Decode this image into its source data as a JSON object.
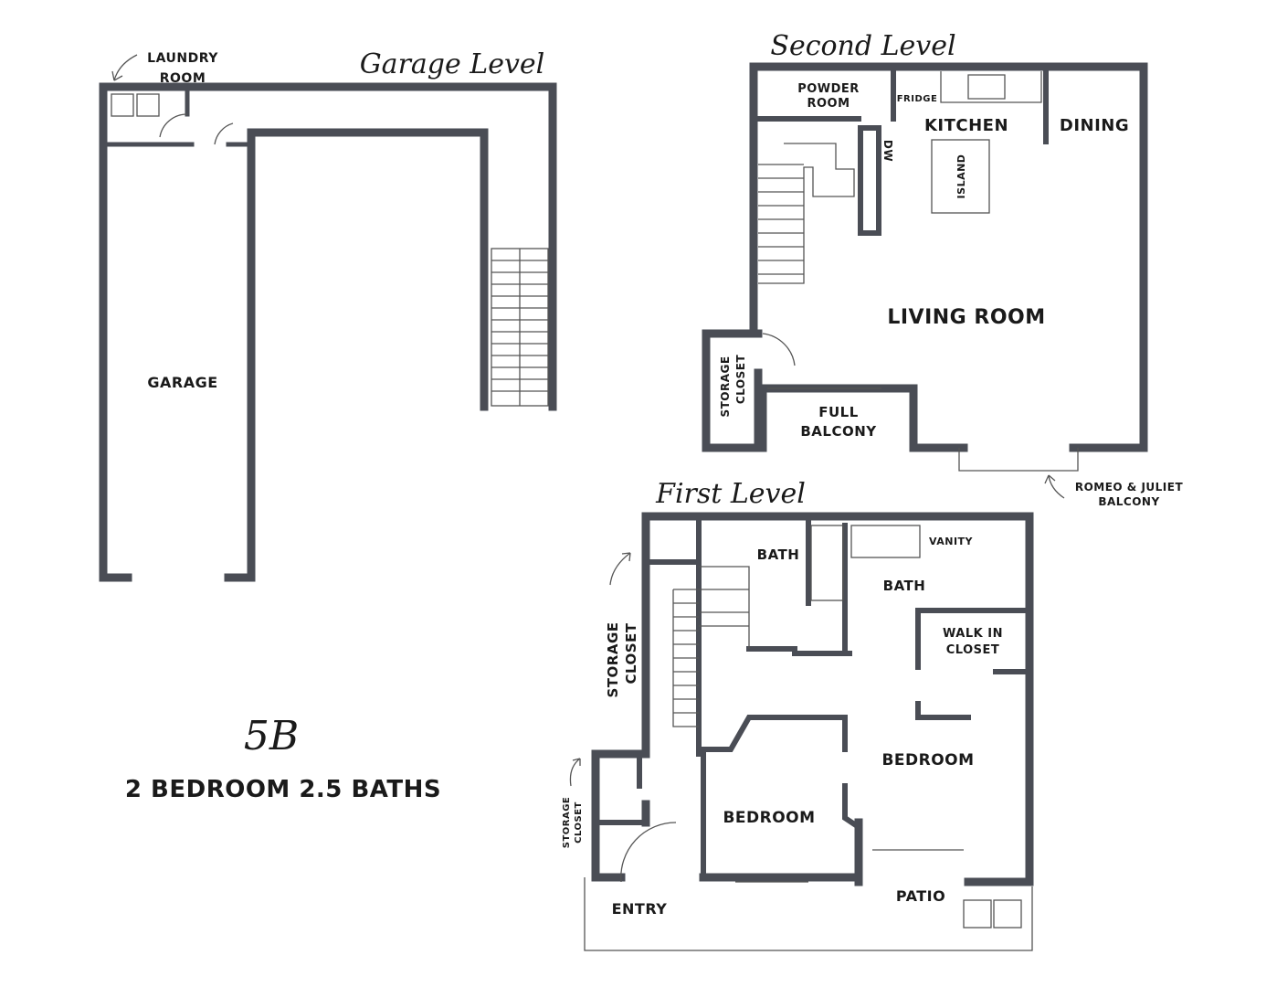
{
  "levels": {
    "garage": {
      "title": "Garage Level",
      "rooms": {
        "laundry": "LAUNDRY",
        "laundry2": "ROOM",
        "garage": "GARAGE"
      }
    },
    "second": {
      "title": "Second Level",
      "rooms": {
        "powder1": "POWDER",
        "powder2": "ROOM",
        "fridge": "FRIDGE",
        "kitchen": "KITCHEN",
        "dining": "DINING",
        "dw": "DW",
        "island": "ISLAND",
        "living": "LIVING ROOM",
        "storage1": "STORAGE",
        "storage2": "CLOSET",
        "balcony1": "FULL",
        "balcony2": "BALCONY",
        "romeo1": "ROMEO & JULIET",
        "romeo2": "BALCONY"
      }
    },
    "first": {
      "title": "First Level",
      "rooms": {
        "bath1": "BATH",
        "bath2": "BATH",
        "vanity": "VANITY",
        "walkin1": "WALK IN",
        "walkin2": "CLOSET",
        "storage1": "STORAGE",
        "storage2": "CLOSET",
        "storageb1": "STORAGE",
        "storageb2": "CLOSET",
        "bedroom1": "BEDROOM",
        "bedroom2": "BEDROOM",
        "entry": "ENTRY",
        "patio": "PATIO"
      }
    }
  },
  "unit": {
    "name": "5B",
    "description": "2 BEDROOM 2.5 BATHS"
  },
  "colors": {
    "wall": "#4a4d55"
  }
}
